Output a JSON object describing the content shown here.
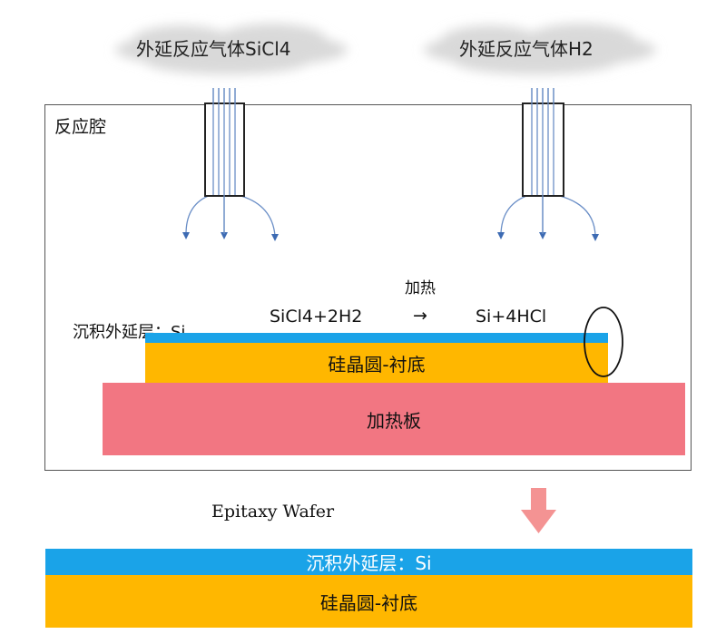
{
  "clouds": {
    "left_label": "外延反应气体SiCl4",
    "right_label": "外延反应气体H2"
  },
  "chamber": {
    "label": "反应腔"
  },
  "reaction": {
    "condition": "加热",
    "reactants": "SiCl4+2H2",
    "arrow": "→",
    "products": "Si+4HCl"
  },
  "layers": {
    "deposit_label": "沉积外延层：Si",
    "wafer_label": "硅晶圆-衬底",
    "heater_label": "加热板"
  },
  "result": {
    "caption": "Epitaxy Wafer",
    "deposit_label": "沉积外延层：Si",
    "wafer_label": "硅晶圆-衬底"
  },
  "colors": {
    "epi_layer": "#1aa3e8",
    "wafer": "#ffb700",
    "heater": "#f27682",
    "down_arrow": "#f49393"
  }
}
